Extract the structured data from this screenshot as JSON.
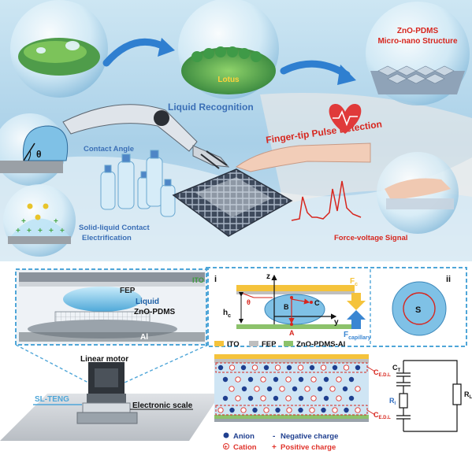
{
  "top": {
    "lotus": "Lotus",
    "zno_title_1": "ZnO-PDMS",
    "zno_title_2": "Micro-nano Structure",
    "liquid_recognition": "Liquid Recognition",
    "contact_angle": "Contact Angle",
    "theta": "θ",
    "solid_liquid_1": "Solid-liquid Contact",
    "solid_liquid_2": "Electrification",
    "finger_tip": "Finger-tip Pulse Detection",
    "force_voltage": "Force-voltage Signal"
  },
  "setup": {
    "fep": "FEP",
    "ito": "ITO",
    "liquid": "Liquid",
    "zno_pdms": "ZnO-PDMS",
    "al": "Al",
    "linear_motor": "Linear motor",
    "sl_teng": "SL-TENG",
    "electronic_scale": "Electronic scale"
  },
  "force": {
    "panel_i": "i",
    "panel_ii": "ii",
    "z": "z",
    "y": "y",
    "hc": "h",
    "hc_sub": "c",
    "theta": "θ",
    "a": "A",
    "b": "B",
    "c": "C",
    "fc": "F",
    "fc_sub": "c",
    "fcap": "F",
    "fcap_sub": "capillary",
    "s": "S",
    "legend_ito": "ITO",
    "legend_fep": "FEP",
    "legend_zno": "ZnO-PDMS-Al"
  },
  "circuit": {
    "ct": "C",
    "ct_sub": "T",
    "ri": "R",
    "ri_sub": "I",
    "rl": "R",
    "rl_sub": "L",
    "cedl1": "C",
    "cedl1_sub": "E.D.L",
    "cedl2": "C",
    "cedl2_sub": "E.D.L"
  },
  "legend": {
    "anion": "Anion",
    "cation": "Cation",
    "negative": "Negative charge",
    "positive": "Positive charge"
  },
  "colors": {
    "title_red": "#d7261e",
    "title_blue": "#3b6fb6",
    "frame_blue": "#4fa6d8",
    "ito": "#f5c33b",
    "fep": "#bfbfbf",
    "zno": "#8cc26b",
    "anion": "#1f3f8f",
    "cation": "#e0342c"
  }
}
